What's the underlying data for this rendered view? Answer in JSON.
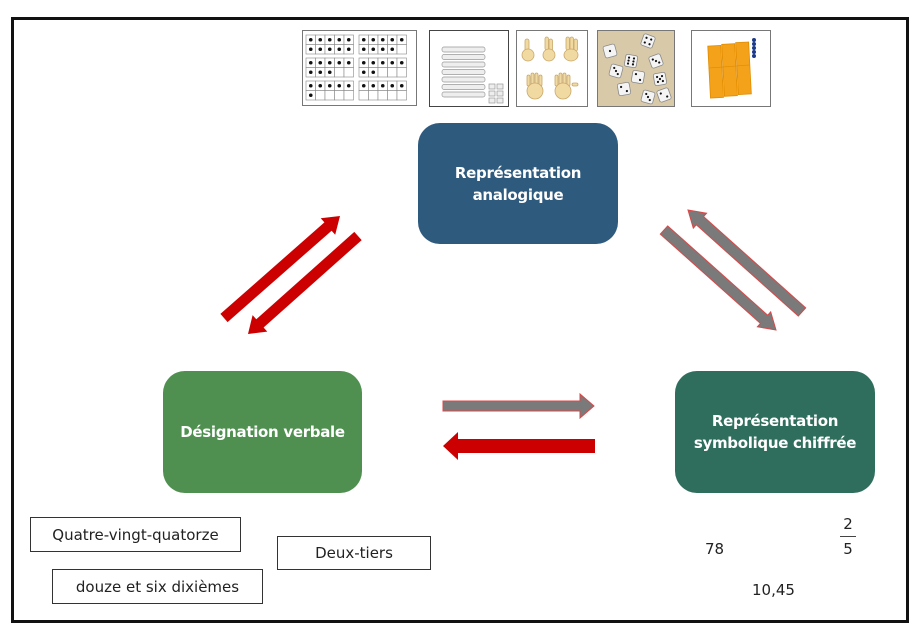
{
  "diagram": {
    "nodes": {
      "analogical": {
        "line1": "Représentation",
        "line2": "analogique",
        "color": "#2e5a7e"
      },
      "verbal": {
        "label": "Désignation verbale",
        "color": "#4f8f4f"
      },
      "symbolic": {
        "line1": "Représentation",
        "line2": "symbolique chiffrée",
        "color": "#2f6e5c"
      }
    },
    "arrows": {
      "verbal_analog_pair_color": "#cc0000",
      "analog_symbolic_pair_color": "#7a7a7a",
      "verbal_to_symbolic_color": "#7a7a7a",
      "symbolic_to_verbal_color": "#cc0000"
    },
    "analog_images": [
      {
        "name": "ten-frames-dots"
      },
      {
        "name": "base-ten-rods"
      },
      {
        "name": "finger-counting"
      },
      {
        "name": "dice"
      },
      {
        "name": "tens-rods-and-units"
      }
    ],
    "verbal_examples": [
      "Quatre-vingt-quatorze",
      "Deux-tiers",
      "douze et six dixièmes"
    ],
    "symbolic_examples": {
      "integer": "78",
      "decimal": "10,45",
      "fraction": {
        "numerator": "2",
        "denominator": "5"
      }
    }
  }
}
